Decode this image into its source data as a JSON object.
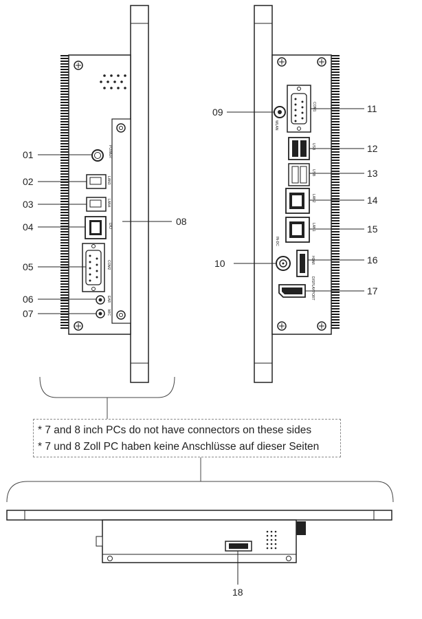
{
  "callouts": {
    "c01": "01",
    "c02": "02",
    "c03": "03",
    "c04": "04",
    "c05": "05",
    "c06": "06",
    "c07": "07",
    "c08": "08",
    "c09": "09",
    "c10": "10",
    "c11": "11",
    "c12": "12",
    "c13": "13",
    "c14": "14",
    "c15": "15",
    "c16": "16",
    "c17": "17",
    "c18": "18"
  },
  "port_labels": {
    "power": "POWER",
    "lan3": "LAN3",
    "lan4": "LAN4",
    "dio": "DIO",
    "com2": "COM2",
    "ear": "EAR",
    "mic": "MIC",
    "com1": "COM1",
    "wlan": "WLAN",
    "usb_a": "USB",
    "usb_b": "USB",
    "lan2": "LAN2",
    "lan1": "LAN1",
    "hdmi": "HDMI",
    "dc_in": "IN-DC",
    "displayport": "DISPLAYPORT"
  },
  "note": {
    "line_en": "* 7 and 8 inch PCs do not have connectors on these sides",
    "line_de": "* 7 und 8 Zoll PC haben keine Anschlüsse auf dieser Seiten"
  }
}
